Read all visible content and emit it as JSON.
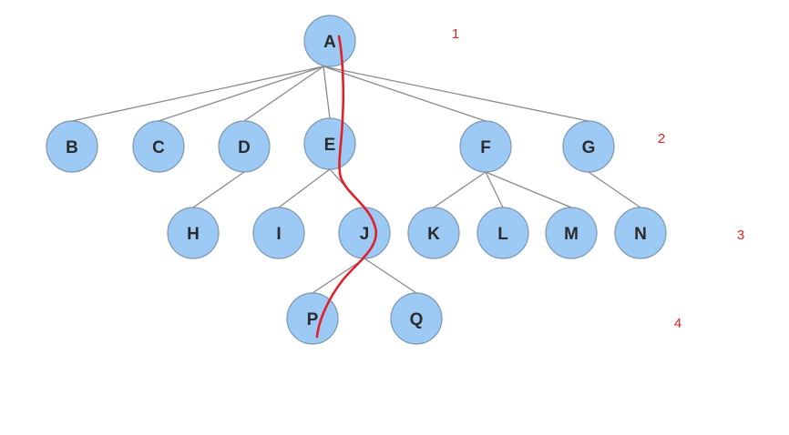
{
  "tree": {
    "nodes": [
      {
        "id": "A",
        "label": "A"
      },
      {
        "id": "B",
        "label": "B"
      },
      {
        "id": "C",
        "label": "C"
      },
      {
        "id": "D",
        "label": "D"
      },
      {
        "id": "E",
        "label": "E"
      },
      {
        "id": "F",
        "label": "F"
      },
      {
        "id": "G",
        "label": "G"
      },
      {
        "id": "H",
        "label": "H"
      },
      {
        "id": "I",
        "label": "I"
      },
      {
        "id": "J",
        "label": "J"
      },
      {
        "id": "K",
        "label": "K"
      },
      {
        "id": "L",
        "label": "L"
      },
      {
        "id": "M",
        "label": "M"
      },
      {
        "id": "N",
        "label": "N"
      },
      {
        "id": "P",
        "label": "P"
      },
      {
        "id": "Q",
        "label": "Q"
      }
    ],
    "edges": [
      [
        "A",
        "B"
      ],
      [
        "A",
        "C"
      ],
      [
        "A",
        "D"
      ],
      [
        "A",
        "E"
      ],
      [
        "A",
        "F"
      ],
      [
        "A",
        "G"
      ],
      [
        "D",
        "H"
      ],
      [
        "E",
        "I"
      ],
      [
        "E",
        "J"
      ],
      [
        "F",
        "K"
      ],
      [
        "F",
        "L"
      ],
      [
        "F",
        "M"
      ],
      [
        "G",
        "N"
      ],
      [
        "J",
        "P"
      ],
      [
        "J",
        "Q"
      ]
    ]
  },
  "levels": [
    "1",
    "2",
    "3",
    "4"
  ],
  "highlight_path": [
    "A",
    "E",
    "J",
    "P"
  ],
  "colors": {
    "node_fill": "#9ccaf4",
    "node_stroke": "#7f96ad",
    "edge": "#8a8a8a",
    "path": "#e0202a",
    "level_text": "#d9261c"
  }
}
